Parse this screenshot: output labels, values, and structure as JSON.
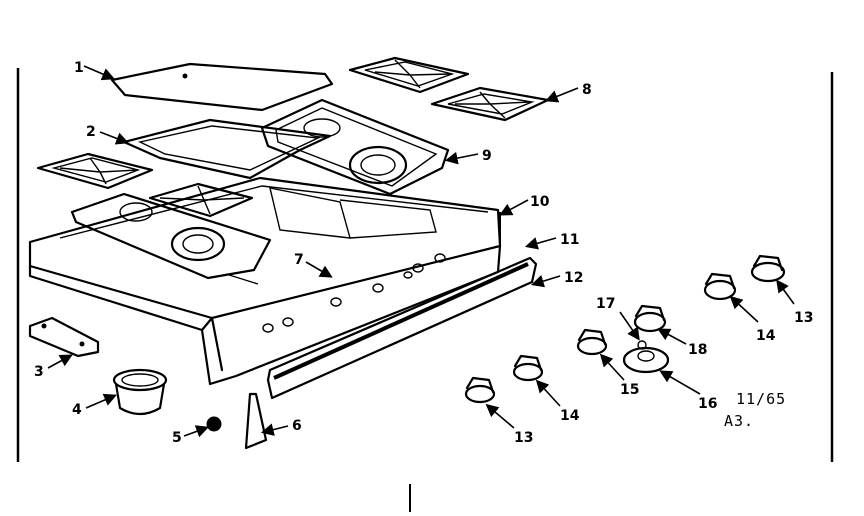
{
  "diagram": {
    "callouts": [
      "1",
      "2",
      "3",
      "4",
      "5",
      "6",
      "7",
      "8",
      "9",
      "10",
      "11",
      "12",
      "13",
      "14",
      "15",
      "16",
      "17",
      "18"
    ],
    "stamp_line1": "11/65",
    "stamp_line2": "A3."
  }
}
